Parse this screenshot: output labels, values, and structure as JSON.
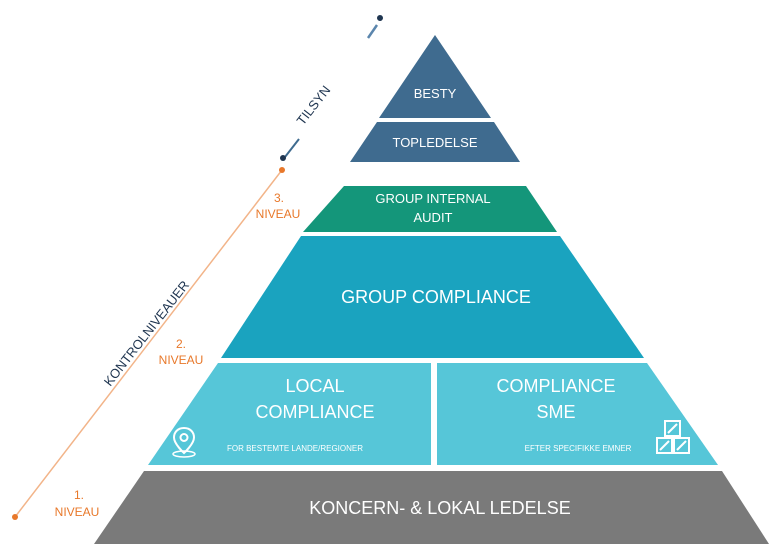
{
  "pyramid": {
    "tiers": {
      "besty": {
        "label": "BESTY",
        "color": "#3f6b8f"
      },
      "topledelse": {
        "label": "TOPLEDELSE",
        "color": "#3f6b8f"
      },
      "group_internal_audit": {
        "line1": "GROUP INTERNAL",
        "line2": "AUDIT",
        "color": "#14967a"
      },
      "group_compliance": {
        "label": "GROUP COMPLIANCE",
        "color": "#1aa3bf"
      },
      "local_compliance": {
        "line1": "LOCAL",
        "line2": "COMPLIANCE",
        "sub": "FOR BESTEMTE LANDE/REGIONER",
        "color": "#56c6d8"
      },
      "compliance_sme": {
        "line1": "COMPLIANCE",
        "line2": "SME",
        "sub": "EFTER SPECIFIKKE EMNER",
        "color": "#56c6d8"
      },
      "ledelse": {
        "label": "KONCERN- & LOKAL LEDELSE",
        "color": "#7a7a7a"
      }
    }
  },
  "axis": {
    "tilsyn": "TILSYN",
    "kontrolniveauer": "KONTROLNIVEAUER",
    "levels": {
      "level1": {
        "number": "1.",
        "word": "NIVEAU"
      },
      "level2": {
        "number": "2.",
        "word": "NIVEAU"
      },
      "level3": {
        "number": "3.",
        "word": "NIVEAU"
      }
    },
    "orange": "#e8782a",
    "dark": "#1f3550"
  }
}
